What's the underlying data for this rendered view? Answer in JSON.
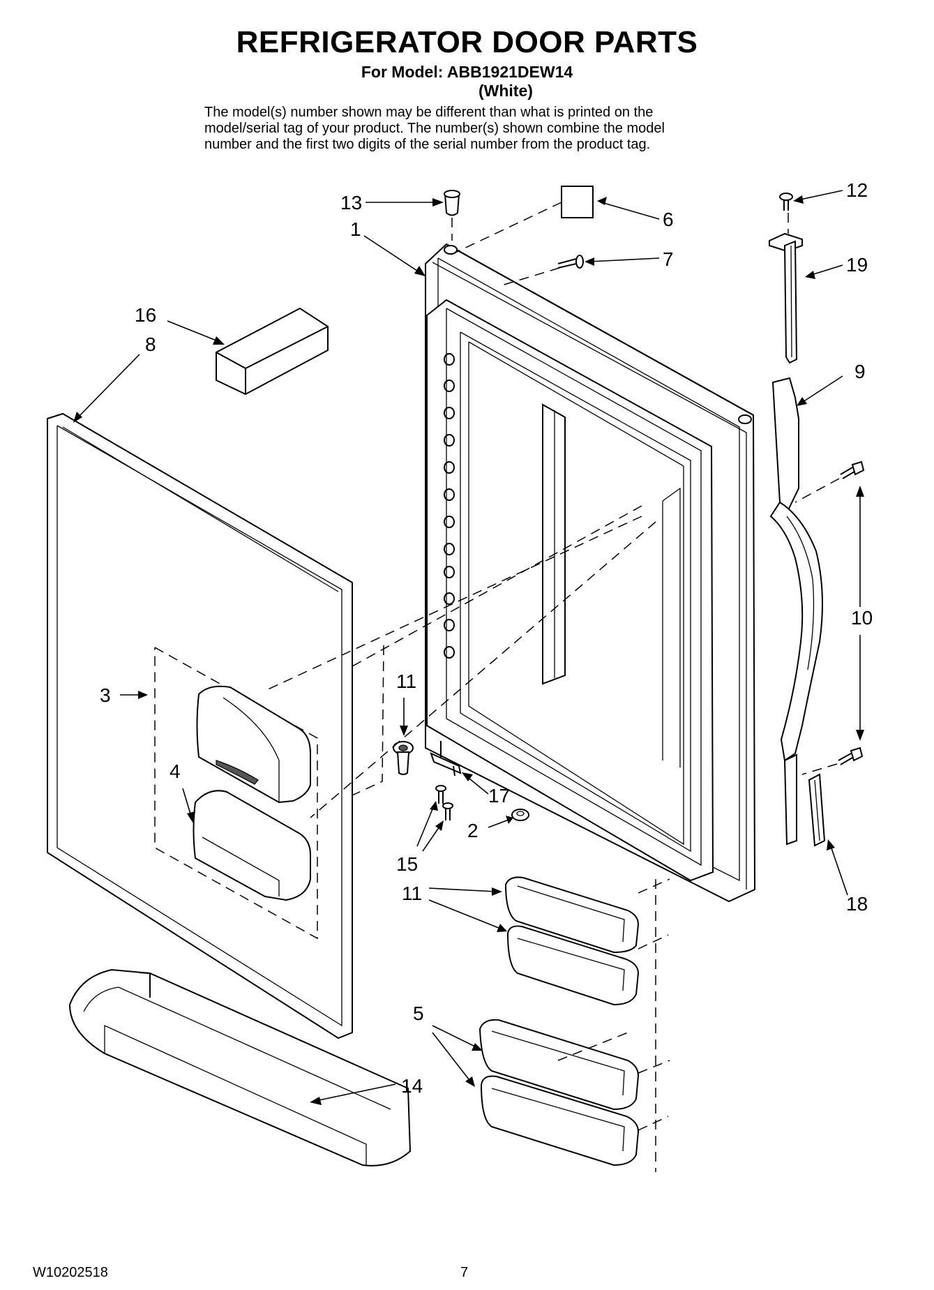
{
  "header": {
    "title": "REFRIGERATOR DOOR PARTS",
    "model_line": "For Model: ABB1921DEW14",
    "color_line": "(White)"
  },
  "notice": {
    "line1": "The model(s) number shown may be different than what is printed on the",
    "line2": "model/serial tag of your product. The number(s) shown combine the model",
    "line3": "number and the first two digits of the serial number from the product tag."
  },
  "callouts": {
    "c1": "1",
    "c2": "2",
    "c3": "3",
    "c4": "4",
    "c5": "5",
    "c6": "6",
    "c7": "7",
    "c8": "8",
    "c9": "9",
    "c10": "10",
    "c11a": "11",
    "c11b": "11",
    "c12": "12",
    "c13": "13",
    "c14": "14",
    "c15": "15",
    "c16": "16",
    "c17": "17",
    "c18": "18",
    "c19": "19"
  },
  "footer": {
    "doc_number": "W10202518",
    "page_number": "7"
  }
}
